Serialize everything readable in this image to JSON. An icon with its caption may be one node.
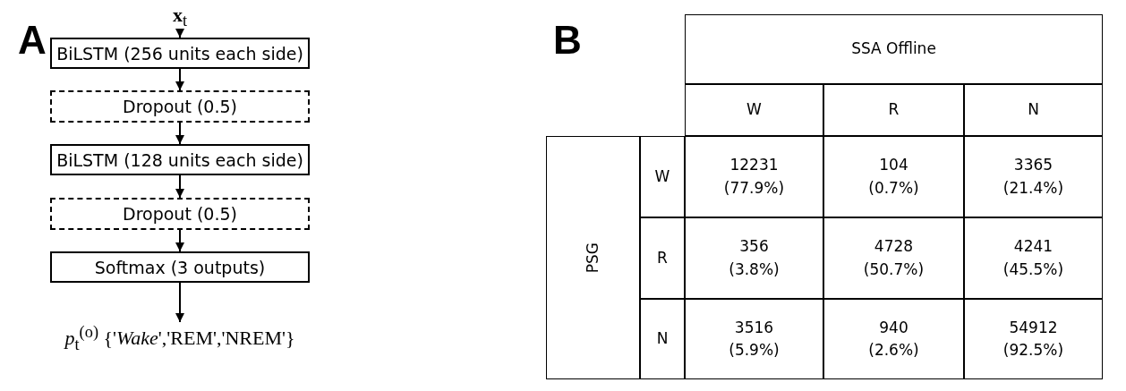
{
  "diagram": {
    "nodes": [
      {
        "text": [
          "**x**$_{t}$"
        ]
      },
      {
        "text": [
          "BiLSTM (256 units each side)"
        ]
      },
      {
        "text": [
          "Dropout (0.5)"
        ]
      },
      {
        "text": [
          "BiLSTM (128 units each side)"
        ]
      },
      {
        "text": [
          "Dropout (0.5)"
        ]
      },
      {
        "text": [
          "Softmax (3 outputs)"
        ]
      },
      {
        "text": [
          "*p*$_{t}$$^{(o)}$ {'*Wake*','REM','NREM'}"
        ]
      }
    ],
    "edges": [
      {
        "from": 0,
        "to": 1,
        "arrow": "to"
      },
      {
        "from": 1,
        "to": 2,
        "arrow": "to"
      },
      {
        "from": 2,
        "to": 3,
        "arrow": "to"
      },
      {
        "from": 3,
        "to": 4,
        "arrow": "to"
      },
      {
        "from": 4,
        "to": 5,
        "arrow": "to"
      },
      {
        "from": 5,
        "to": 6,
        "arrow": "to"
      }
    ],
    "labels": [
      "A",
      "B",
      "SSA Offline",
      "W",
      "R",
      "N",
      "PSG",
      "W",
      "12231 (77.9%)",
      "104 (0.7%)",
      "3365 (21.4%)",
      "R",
      "356 (3.8%)",
      "4728 (50.7%)",
      "4241 (45.5%)",
      "N",
      "3516 (5.9%)",
      "940 (2.6%)",
      "54912 (92.5%)"
    ]
  }
}
